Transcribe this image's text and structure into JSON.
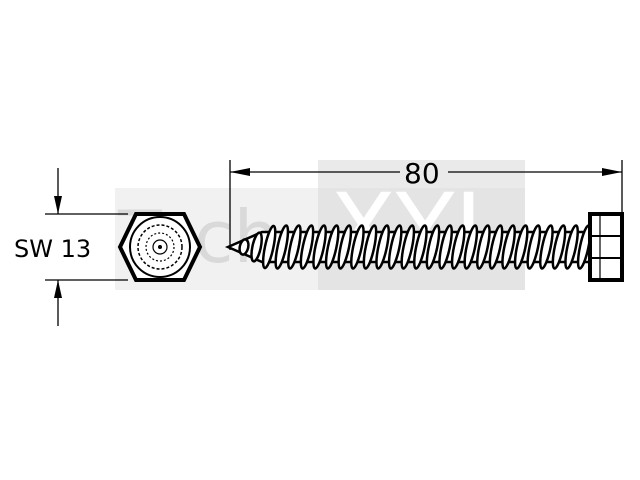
{
  "watermark": {
    "text_left": "Tech",
    "text_right": "XYL",
    "color": "#d9d9d9"
  },
  "drawing": {
    "head_label": "SW 13",
    "length_label": "80",
    "line_color": "#000000"
  }
}
